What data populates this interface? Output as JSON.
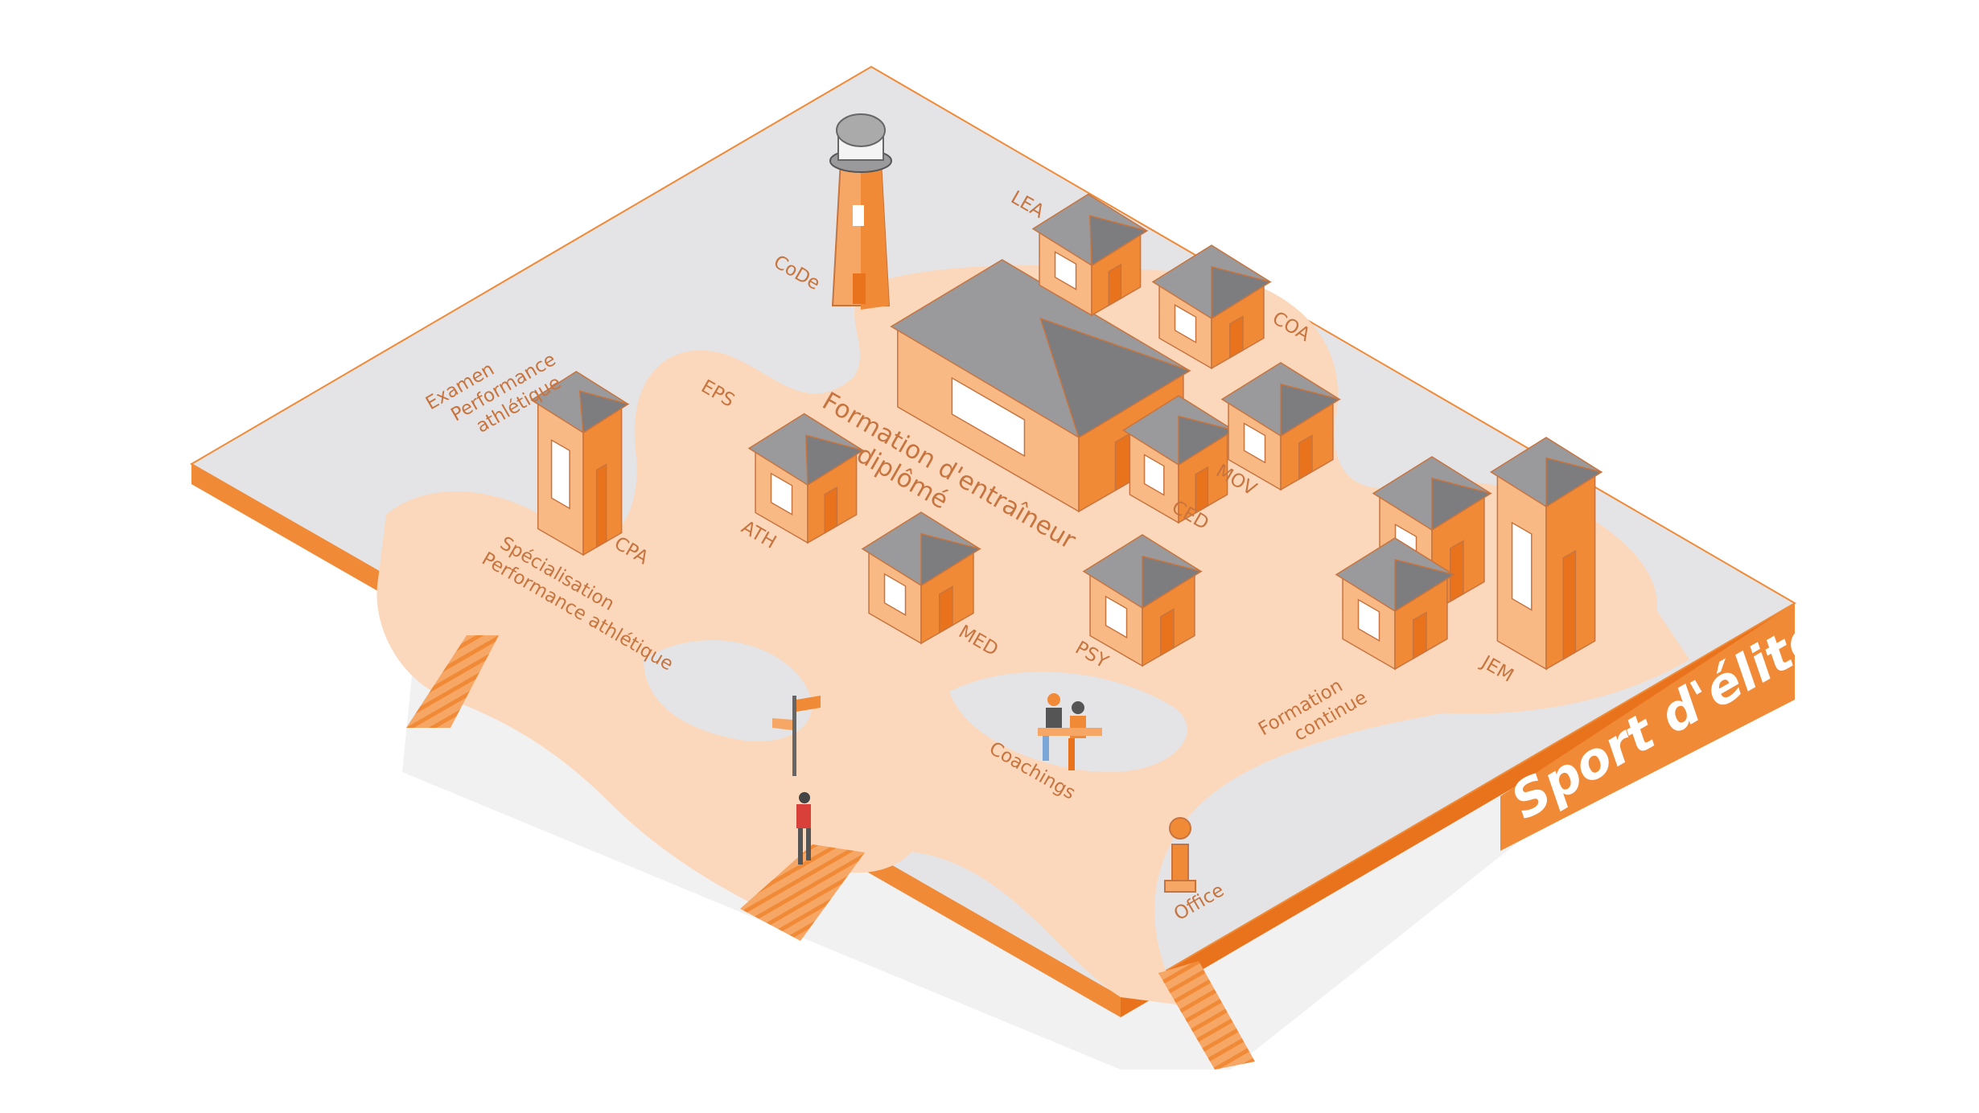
{
  "title": "Sport d'élite",
  "colors": {
    "orange": "#f08a36",
    "orange_dark": "#e8731c",
    "path": "#fbd8bb",
    "ground": "#e4e4e6",
    "roof": "#9a9a9c",
    "roof_dark": "#7d7d80",
    "label": "#c7743f"
  },
  "labels": {
    "code": "CoDe",
    "lea": "LEA",
    "coa": "COA",
    "examen": [
      "Examen",
      "Performance",
      "athlétique"
    ],
    "eps": "EPS",
    "formation_diplome": [
      "Formation d'entraîneur",
      "diplômé"
    ],
    "mov": "MOV",
    "ced": "CED",
    "ath": "ATH",
    "cpa": "CPA",
    "specialisation": [
      "Spécialisation",
      "Performance athlétique"
    ],
    "med": "MED",
    "psy": "PSY",
    "jem": "JEM",
    "formation_continue": [
      "Formation",
      "continue"
    ],
    "coachings": "Coachings",
    "office": "Office"
  }
}
